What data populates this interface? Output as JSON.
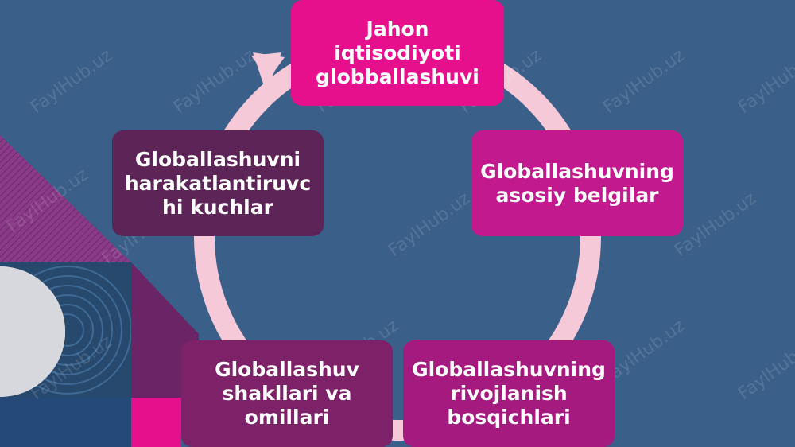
{
  "diagram": {
    "nodes": [
      {
        "id": "n1",
        "label": "Jahon\niqtisodiyoti\nglobballashuvi"
      },
      {
        "id": "n2",
        "label": "Globallashuvning\nasosiy belgilar"
      },
      {
        "id": "n3",
        "label": "Globallashuvning\nrivojlanish\nbosqichlari"
      },
      {
        "id": "n4",
        "label": "Globallashuv\nshakllari va\nomillari"
      },
      {
        "id": "n5",
        "label": "Globallashuvni\nharakatlantiruvc\nhi kuchlar"
      }
    ]
  },
  "watermark": "FaylHub.uz",
  "colors": {
    "background": "#3a5f89",
    "ring": "#f5c9d8",
    "node1": "#e6108c",
    "node2": "#c21a8e",
    "node3": "#a51a7f",
    "node4": "#7d2168",
    "node5": "#5d2458"
  }
}
